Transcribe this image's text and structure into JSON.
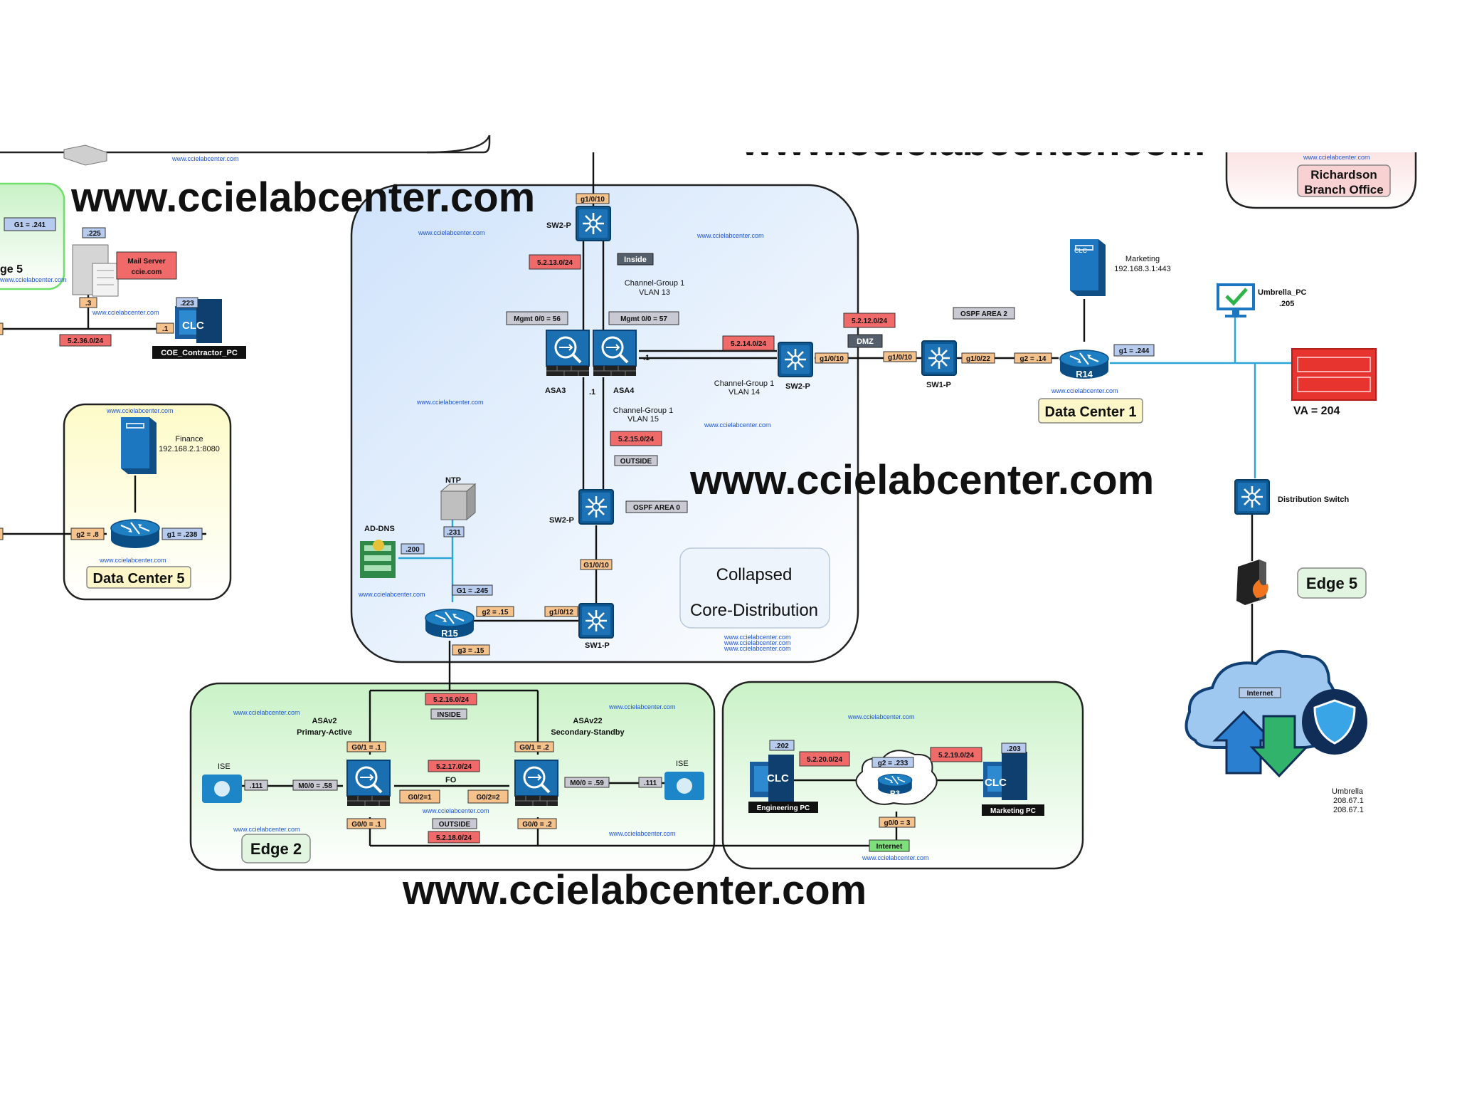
{
  "watermark": {
    "big": "www.ccielabcenter.com",
    "small": "www.ccielabcenter.com"
  },
  "zones": {
    "collapsed_title_1": "Collapsed",
    "collapsed_title_2": "Core-Distribution",
    "data_center_1": "Data Center 1",
    "data_center_5": "Data Center 5",
    "edge_2": "Edge 2",
    "edge_5_right": "Edge 5",
    "edge_5_left": "ge 5",
    "richardson_1": "Richardson",
    "richardson_2": "Branch Office"
  },
  "devices": {
    "sw2p_top": "SW2-P",
    "sw2p_mid": "SW2-P",
    "sw2p_right": "SW2-P",
    "sw1p_bottom": "SW1-P",
    "sw1p_right": "SW1-P",
    "asa3": "ASA3",
    "asa4": "ASA4",
    "r15": "R15",
    "r14": "R14",
    "r3": "R3",
    "ntp": "NTP",
    "ad_dns": "AD-DNS",
    "asav2_1": "ASAv2",
    "asav2_2": "Primary-Active",
    "asav22_1": "ASAv22",
    "asav22_2": "Secondary-Standby",
    "ise_left": "ISE",
    "ise_right": "ISE",
    "mail_server_1": "Mail Server",
    "mail_server_2": "ccie.com",
    "coe_pc": "COE_Contractor_PC",
    "finance_1": "Finance",
    "finance_2": "192.168.2.1:8080",
    "marketing_1": "Marketing",
    "marketing_2": "192.168.3.1:443",
    "umbrella_pc_1": "Umbrella_PC",
    "umbrella_pc_2": ".205",
    "va": "VA = 204",
    "distribution_switch": "Distribution Switch",
    "engineering_pc": "Engineering PC",
    "marketing_pc": "Marketing PC",
    "internet_cloud": "Internet",
    "umbrella_1": "Umbrella",
    "umbrella_2": "208.67.1",
    "umbrella_3": "208.67.1",
    "clc": "CLC"
  },
  "subnets": {
    "s13": "5.2.13.0/24",
    "s14": "5.2.14.0/24",
    "s15": "5.2.15.0/24",
    "s12": "5.2.12.0/24",
    "s16": "5.2.16.0/24",
    "s17": "5.2.17.0/24",
    "s18": "5.2.18.0/24",
    "s20": "5.2.20.0/24",
    "s19": "5.2.19.0/24",
    "s36": "5.2.36.0/24"
  },
  "tags": {
    "inside_top": "Inside",
    "outside_mid": "OUTSIDE",
    "dmz": "DMZ",
    "inside_bottom": "INSIDE",
    "outside_bottom": "OUTSIDE",
    "fo": "FO",
    "ospf_area2": "OSPF AREA 2",
    "ospf_area0": "OSPF AREA 0",
    "internet_tag": "Internet",
    "cg1_vlan13_1": "Channel-Group 1",
    "cg1_vlan13_2": "VLAN 13",
    "cg1_vlan14_1": "Channel-Group 1",
    "cg1_vlan14_2": "VLAN 14",
    "cg1_vlan15_1": "Channel-Group 1",
    "cg1_vlan15_2": "VLAN 15"
  },
  "interfaces": {
    "g1_0_10_top": "g1/0/10",
    "mgmt56": "Mgmt 0/0 = 56",
    "mgmt57": "Mgmt 0/0 = 57",
    "dot1_a": ".1",
    "dot1_b": ".1",
    "g1_0_10_sw2": "g1/0/10",
    "g1_0_10_sw1": "g1/0/10",
    "g1_0_22": "g1/0/22",
    "g2_14": "g2 = .14",
    "g1_244": "g1 = .244",
    "G1_0_10_mid": "G1/0/10",
    "g1_0_12": "g1/0/12",
    "g2_15": "g2 = .15",
    "g3_15": "g3 = .15",
    "G1_245": "G1 = .245",
    "dot231": ".231",
    "dot200": ".200",
    "g0_1_1": "G0/1 = .1",
    "g0_1_2": "G0/1 = .2",
    "g0_2_1": "G0/2=1",
    "g0_2_2": "G0/2=2",
    "g0_0_1": "G0/0 = .1",
    "g0_0_2": "G0/0 = .2",
    "m0_58": "M0/0 = .58",
    "m0_59": "M0/0 = .59",
    "dot111_a": ".111",
    "dot111_b": ".111",
    "dot202": ".202",
    "dot203": ".203",
    "g2_233": "g2 = .233",
    "g0_0_3": "g0/0 = 3",
    "g1_241": "G1 = .241",
    "dot225": ".225",
    "dot223": ".223",
    "dot3": ".3",
    "dot1_c": ".1",
    "g2_8": "g2 = .8",
    "g1_238": "g1 = .238"
  }
}
